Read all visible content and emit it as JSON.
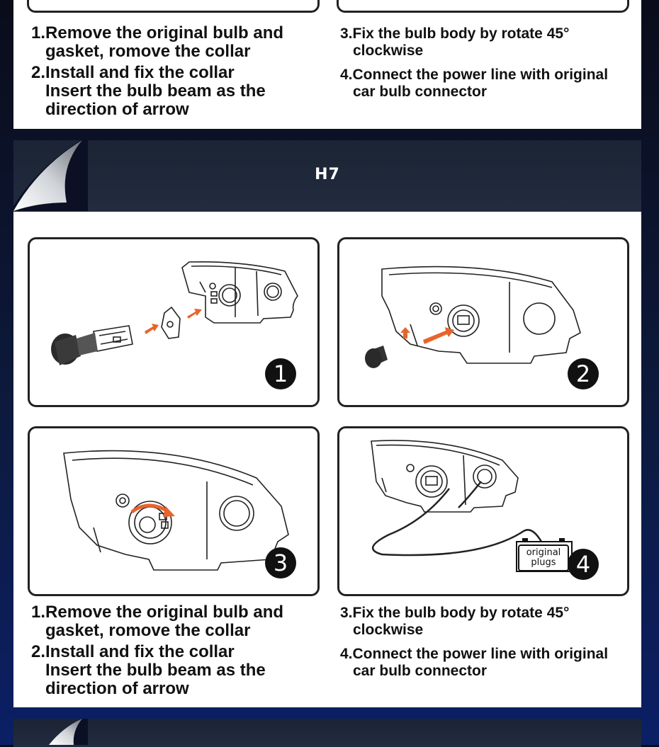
{
  "instructions": {
    "step1_line1": "1.Remove the original bulb and",
    "step1_line2": "gasket, romove the collar",
    "step2_line1": "2.Install and fix the collar",
    "step2_line2": "Insert the bulb beam as the",
    "step2_line3": "direction of arrow",
    "step3_line1": "3.Fix the bulb body by rotate 45°",
    "step3_line2": "clockwise",
    "step4_line1": "4.Connect the power line with original",
    "step4_line2": "car bulb connector"
  },
  "section": {
    "title": "H7"
  },
  "figures": {
    "num1": "1",
    "num2": "2",
    "num3": "3",
    "num4": "4",
    "plug_line1": "original",
    "plug_line2": "plugs"
  },
  "colors": {
    "arrow": "#e8642c",
    "banner": "#1e2738",
    "background": "#0b1f66"
  }
}
